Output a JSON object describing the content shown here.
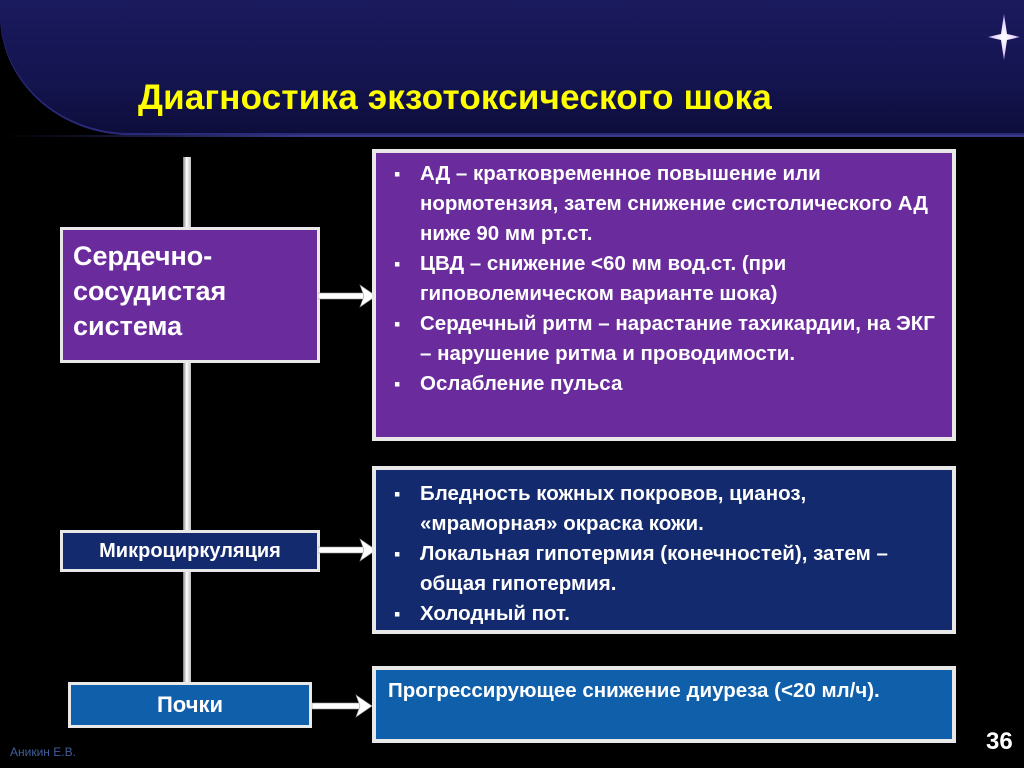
{
  "slide": {
    "title": "Диагностика экзотоксического шока",
    "author": "Аникин Е.В.",
    "page_number": "36"
  },
  "colors": {
    "title": "#ffff00",
    "purple_box": "#6a2c9c",
    "navy_box": "#142a6e",
    "blue_box": "#0f5fab",
    "background": "#000000"
  },
  "icons": {
    "corner": "four-point-star-icon",
    "bullet": "square-bullet-icon",
    "connector": "arrow-right-icon"
  },
  "sections": {
    "cardio": {
      "label": "Сердечно-сосудистая система",
      "items": [
        "АД – кратковременное повышение или нормотензия, затем снижение систолического АД ниже 90 мм рт.ст.",
        "ЦВД – снижение <60 мм вод.ст. (при гиповолемическом варианте шока)",
        "Сердечный ритм – нарастание тахикардии, на ЭКГ – нарушение ритма и проводимости.",
        "Ослабление пульса"
      ]
    },
    "micro": {
      "label": "Микроциркуляция",
      "items": [
        "Бледность кожных покровов, цианоз, «мраморная» окраска кожи.",
        "Локальная гипотермия (конечностей), затем – общая гипотермия.",
        "Холодный пот."
      ]
    },
    "kidney": {
      "label": "Почки",
      "text": "Прогрессирующее снижение диуреза (<20 мл/ч)."
    }
  }
}
